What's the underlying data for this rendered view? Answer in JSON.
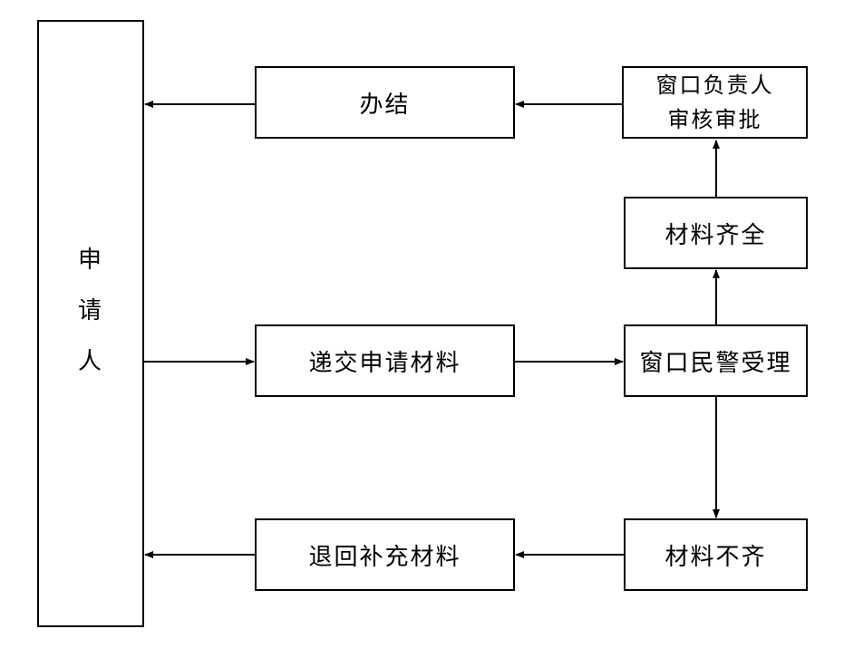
{
  "nodes": {
    "applicant": [
      "申",
      "请",
      "人"
    ],
    "complete": "办结",
    "supervisor_review": [
      "窗口负责人",
      "审核审批"
    ],
    "materials_complete": "材料齐全",
    "submit_materials": "递交申请材料",
    "police_accept": "窗口民警受理",
    "return_supplement": "退回补充材料",
    "materials_incomplete": "材料不齐"
  }
}
